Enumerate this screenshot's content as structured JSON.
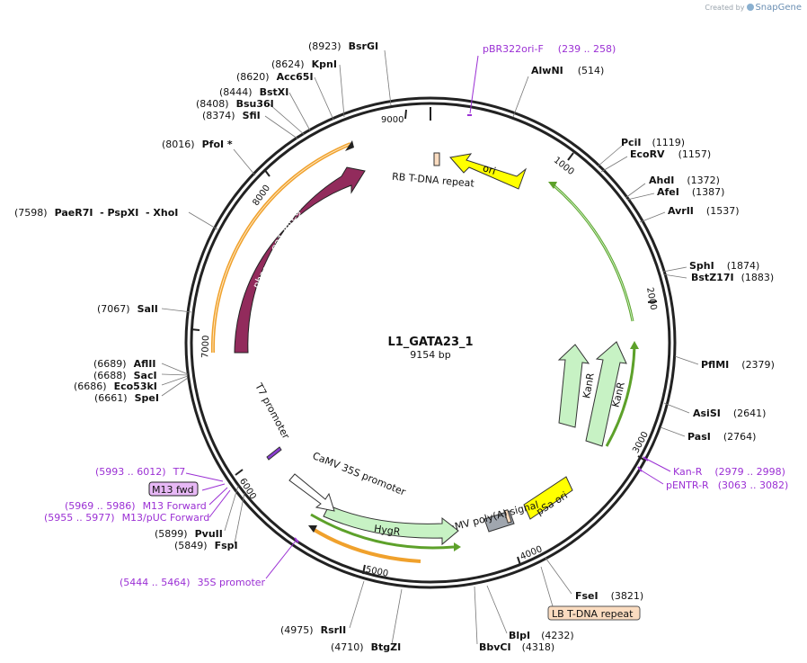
{
  "watermark": {
    "prefix": "Created by",
    "brand": "SnapGene"
  },
  "plasmid": {
    "name": "L1_GATA23_1",
    "size": "9154 bp",
    "length": 9154
  },
  "backbone_ticks": [
    "1000",
    "2000",
    "3000",
    "4000",
    "5000",
    "6000",
    "7000",
    "8000",
    "9000"
  ],
  "enzymes": [
    {
      "name": "AlwNI",
      "pos": "514"
    },
    {
      "name": "PciI",
      "pos": "1119"
    },
    {
      "name": "EcoRV",
      "pos": "1157"
    },
    {
      "name": "AhdI",
      "pos": "1372"
    },
    {
      "name": "AfeI",
      "pos": "1387"
    },
    {
      "name": "AvrII",
      "pos": "1537"
    },
    {
      "name": "SphI",
      "pos": "1874"
    },
    {
      "name": "BstZ17I",
      "pos": "1883"
    },
    {
      "name": "PflMI",
      "pos": "2379"
    },
    {
      "name": "AsiSI",
      "pos": "2641"
    },
    {
      "name": "PasI",
      "pos": "2764"
    },
    {
      "name": "FseI",
      "pos": "3821"
    },
    {
      "name": "BlpI",
      "pos": "4232"
    },
    {
      "name": "BbvCI",
      "pos": "4318"
    },
    {
      "name": "BtgZI",
      "pos": "4710"
    },
    {
      "name": "RsrII",
      "pos": "4975"
    },
    {
      "name": "FspI",
      "pos": "5849"
    },
    {
      "name": "PvuII",
      "pos": "5899"
    },
    {
      "name": "SpeI",
      "pos": "6661"
    },
    {
      "name": "Eco53kI",
      "pos": "6686"
    },
    {
      "name": "SacI",
      "pos": "6688"
    },
    {
      "name": "AflII",
      "pos": "6689"
    },
    {
      "name": "SalI",
      "pos": "7067"
    },
    {
      "name": "PaeR7I  - PspXI  - XhoI",
      "pos": "7598"
    },
    {
      "name": "PfoI *",
      "pos": "8016"
    },
    {
      "name": "SfiI",
      "pos": "8374"
    },
    {
      "name": "Bsu36I",
      "pos": "8408"
    },
    {
      "name": "BstXI",
      "pos": "8444"
    },
    {
      "name": "Acc65I",
      "pos": "8620"
    },
    {
      "name": "KpnI",
      "pos": "8624"
    },
    {
      "name": "BsrGI",
      "pos": "8923"
    }
  ],
  "primers": [
    {
      "name": "pBR322ori-F",
      "range": "(239 .. 258)"
    },
    {
      "name": "Kan-R",
      "range": "(2979 .. 2998)"
    },
    {
      "name": "pENTR-R",
      "range": "(3063 .. 3082)"
    },
    {
      "name": "35S promoter",
      "range": "(5444 .. 5464)"
    },
    {
      "name": "M13/pUC Forward",
      "range": "(5955 .. 5977)"
    },
    {
      "name": "M13 Forward",
      "range": "(5969 .. 5986)"
    },
    {
      "name": "T7",
      "range": "(5993 .. 6012)"
    }
  ],
  "boxed_labels": {
    "m13fwd": {
      "text": "M13 fwd",
      "bg": "#e7b8f5"
    },
    "lb": {
      "text": "LB T-DNA repeat",
      "bg": "#fbdcc0"
    }
  },
  "features": {
    "ori": "ori",
    "rb": "RB T-DNA repeat",
    "integrase": "phage φC31 integrase",
    "kanr1": "KanR",
    "kanr2": "KanR",
    "psa": "pSa ori",
    "polya": "CaMV poly(A) signal",
    "hygr": "HygR",
    "p35s": "CaMV 35S promoter",
    "t7": "T7 promoter"
  },
  "colors": {
    "backbone": "#222222",
    "ori": "#ffff00",
    "integrase": "#922b5c",
    "resistance": "#c7f2c4",
    "orf_green": "#5da12a",
    "orf_orange": "#f0a12c",
    "primer": "#9b30d4",
    "terminator": "#a0a6ae"
  }
}
